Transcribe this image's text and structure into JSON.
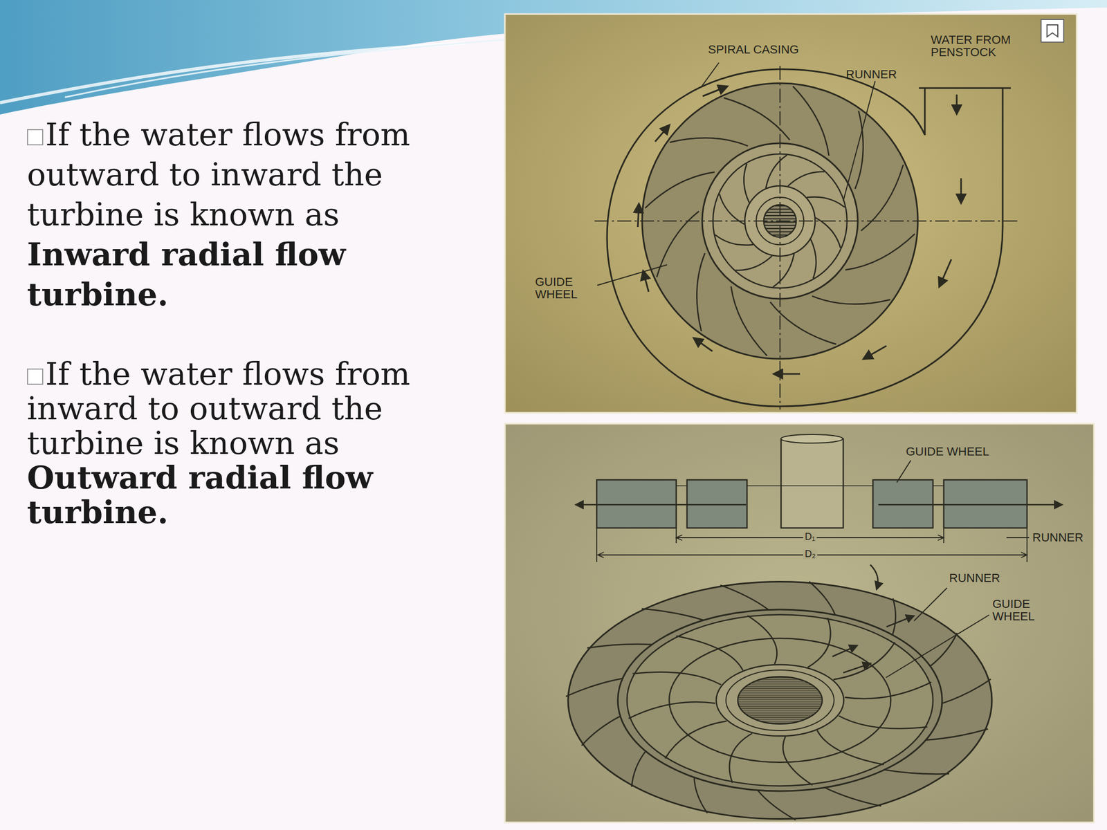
{
  "diagram": {
    "labels": [
      "If the water flows from outward to inward the turbine is known as",
      "Inward radial flow turbine.",
      "If the water flows from inward to outward the turbine is known as",
      "Outward radial flow turbine.",
      "SPIRAL CASING",
      "WATER FROM PENSTOCK",
      "RUNNER",
      "GUIDE WHEEL",
      "GUIDE WHEEL",
      "D₁",
      "D₂",
      "RUNNER",
      "RUNNER",
      "GUIDE WHEEL"
    ]
  }
}
